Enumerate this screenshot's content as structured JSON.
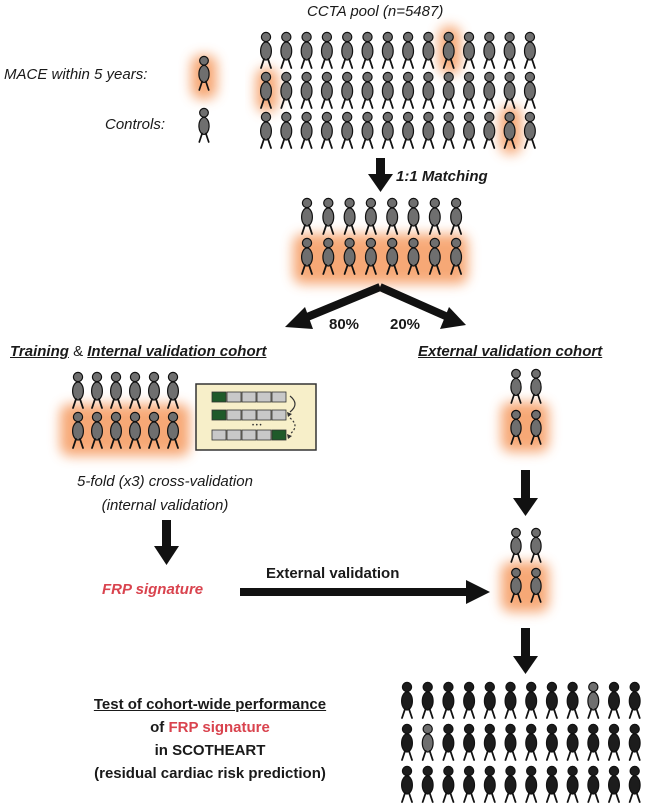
{
  "pool": {
    "title": "CCTA pool (n=5487)"
  },
  "legend": {
    "mace_label": "MACE within 5 years:",
    "controls_label": "Controls:"
  },
  "matching": {
    "label": "1:1 Matching"
  },
  "split": {
    "left_pct": "80%",
    "right_pct": "20%"
  },
  "training": {
    "title_training": "Training",
    "title_amp": " & ",
    "title_internal": "Internal validation cohort",
    "cv_line1": "5-fold (x3) cross-validation",
    "cv_line2": "(internal validation)",
    "signature": "FRP signature"
  },
  "external": {
    "title": "External validation cohort",
    "arrow_label": "External validation"
  },
  "test": {
    "line1": "Test of cohort-wide performance",
    "line2_prefix": "of ",
    "line2_sig": "FRP signature",
    "line3": "in SCOTHEART",
    "line4": "(residual cardiac risk prediction)"
  },
  "colors": {
    "person": "#6f6f6f",
    "person_dark": "#1c1c1c",
    "outline": "#111111",
    "glow": "#f59a5f",
    "accent_red": "#d9434e",
    "panel_bg": "#f7efc9",
    "fold_green": "#1f5a2a",
    "fold_gray": "#c8c8c8"
  }
}
